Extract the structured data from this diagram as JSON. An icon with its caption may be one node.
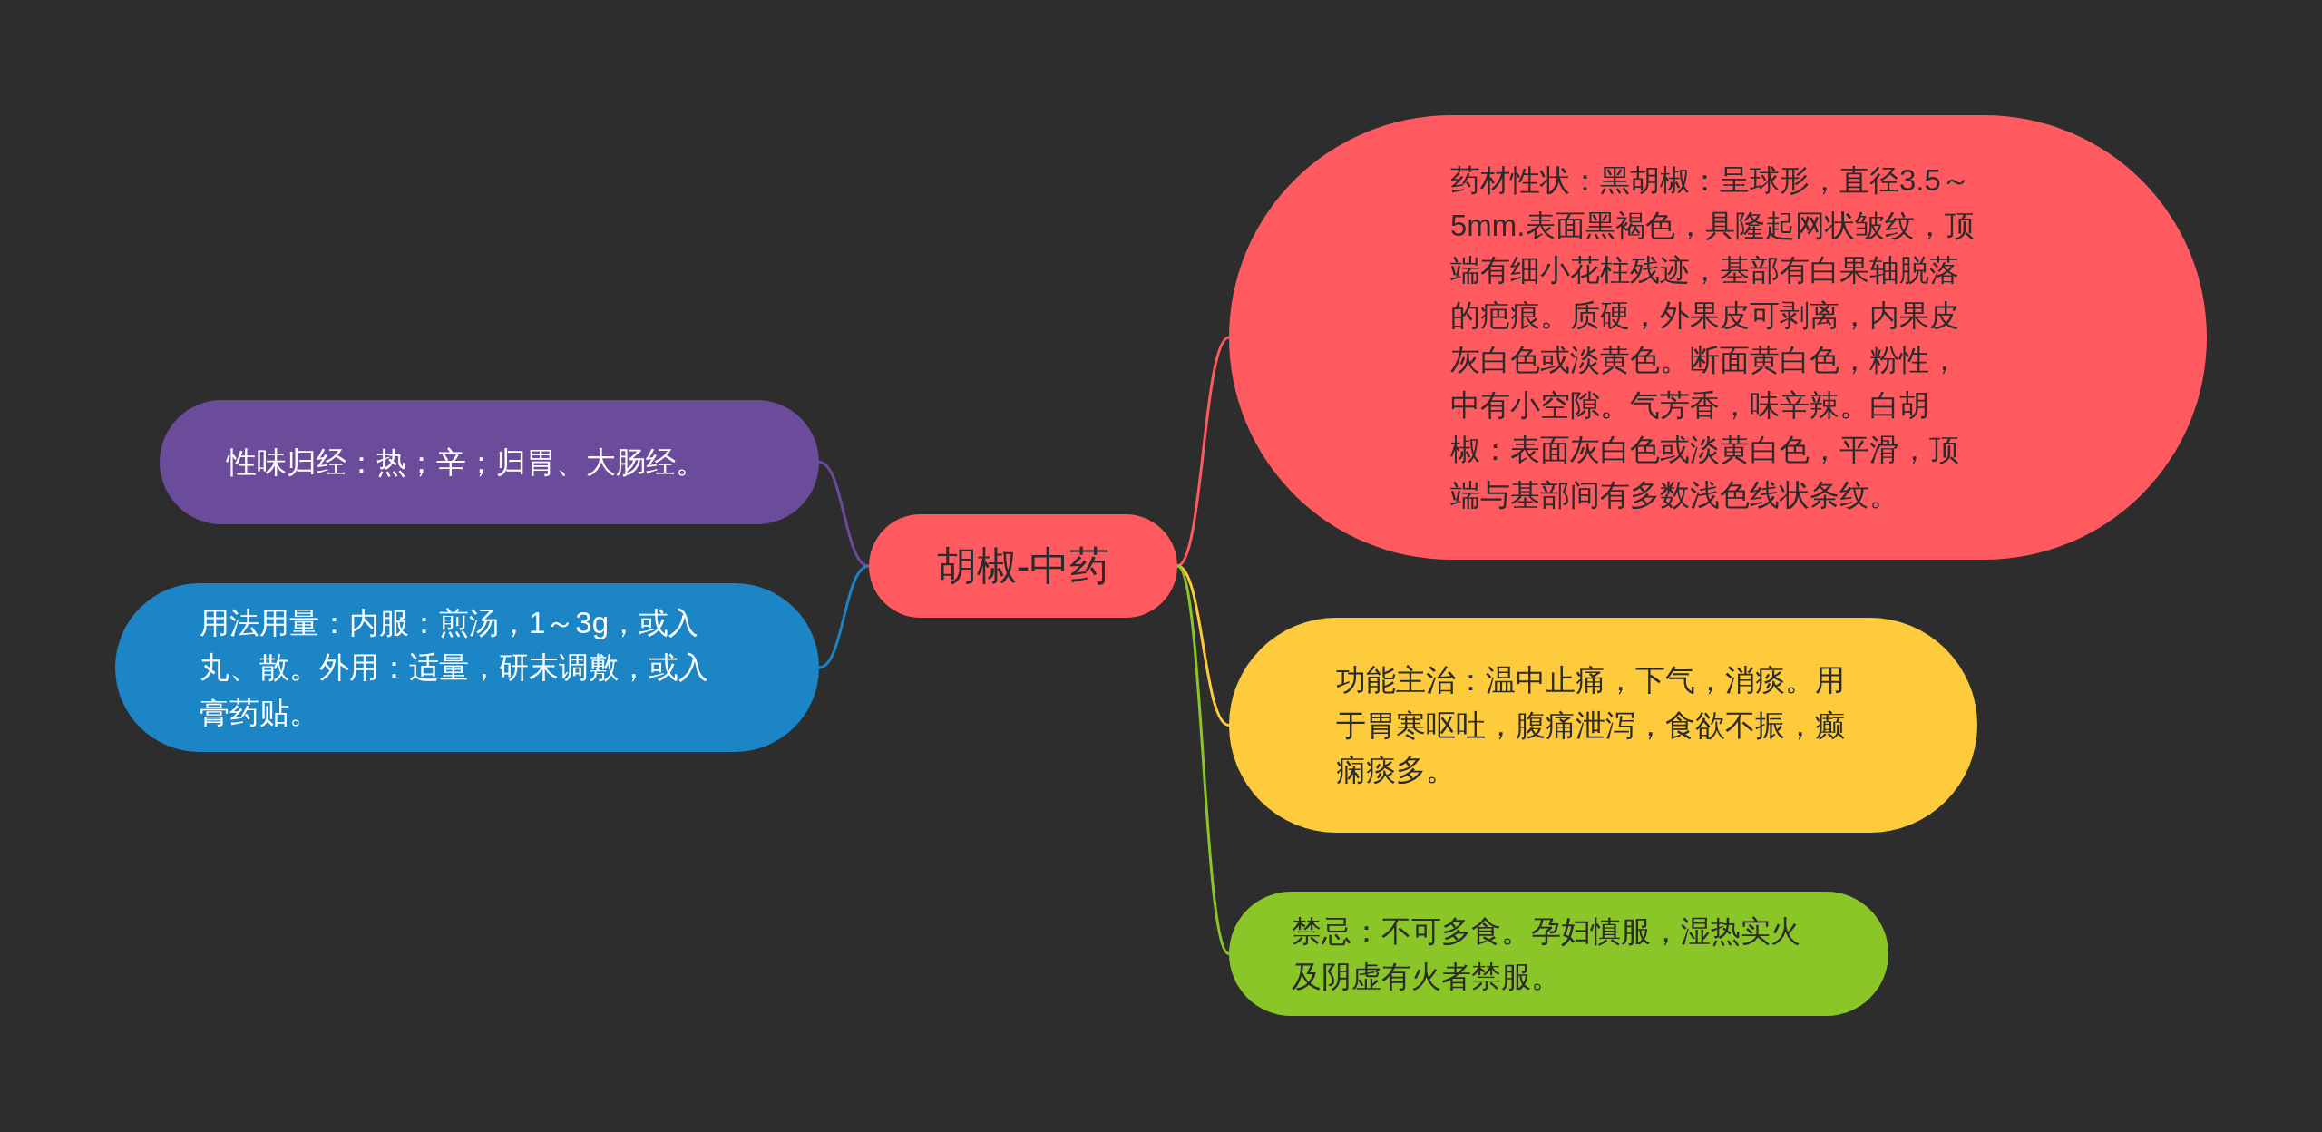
{
  "diagram": {
    "nodes": [
      {
        "text": [
          "胡椒-中药"
        ]
      },
      {
        "text": [
          "性味归经：热；辛；归胃、大肠经。"
        ]
      },
      {
        "text": [
          "用法用量：内服：煎汤，1～3g，或入丸、散。外用：适量，研末调敷，或入膏药贴。"
        ]
      },
      {
        "text": [
          "药材性状：黑胡椒：呈球形，直径3.5～5mm.表面黑褐色，具隆起网状皱纹，顶端有细小花柱残迹，基部有白果轴脱落的疤痕。质硬，外果皮可剥离，内果皮灰白色或淡黄色。断面黄白色，粉性，中有小空隙。气芳香，味辛辣。白胡椒：表面灰白色或淡黄白色，平滑，顶端与基部间有多数浅色线状条纹。"
        ]
      },
      {
        "text": [
          "功能主治：温中止痛，下气，消痰。用于胃寒呕吐，腹痛泄泻，食欲不振，癫痫痰多。"
        ]
      },
      {
        "text": [
          "禁忌：不可多食。孕妇慎服，湿热实火及阴虚有火者禁服。"
        ]
      }
    ],
    "edges": [
      {
        "from": 0,
        "to": 1,
        "arrow": "none",
        "color": "#6b4c9a"
      },
      {
        "from": 0,
        "to": 2,
        "arrow": "none",
        "color": "#1b85c5"
      },
      {
        "from": 0,
        "to": 3,
        "arrow": "none",
        "color": "#ff5a5f"
      },
      {
        "from": 0,
        "to": 4,
        "arrow": "none",
        "color": "#fecb3c"
      },
      {
        "from": 0,
        "to": 5,
        "arrow": "none",
        "color": "#8bc628"
      }
    ]
  }
}
